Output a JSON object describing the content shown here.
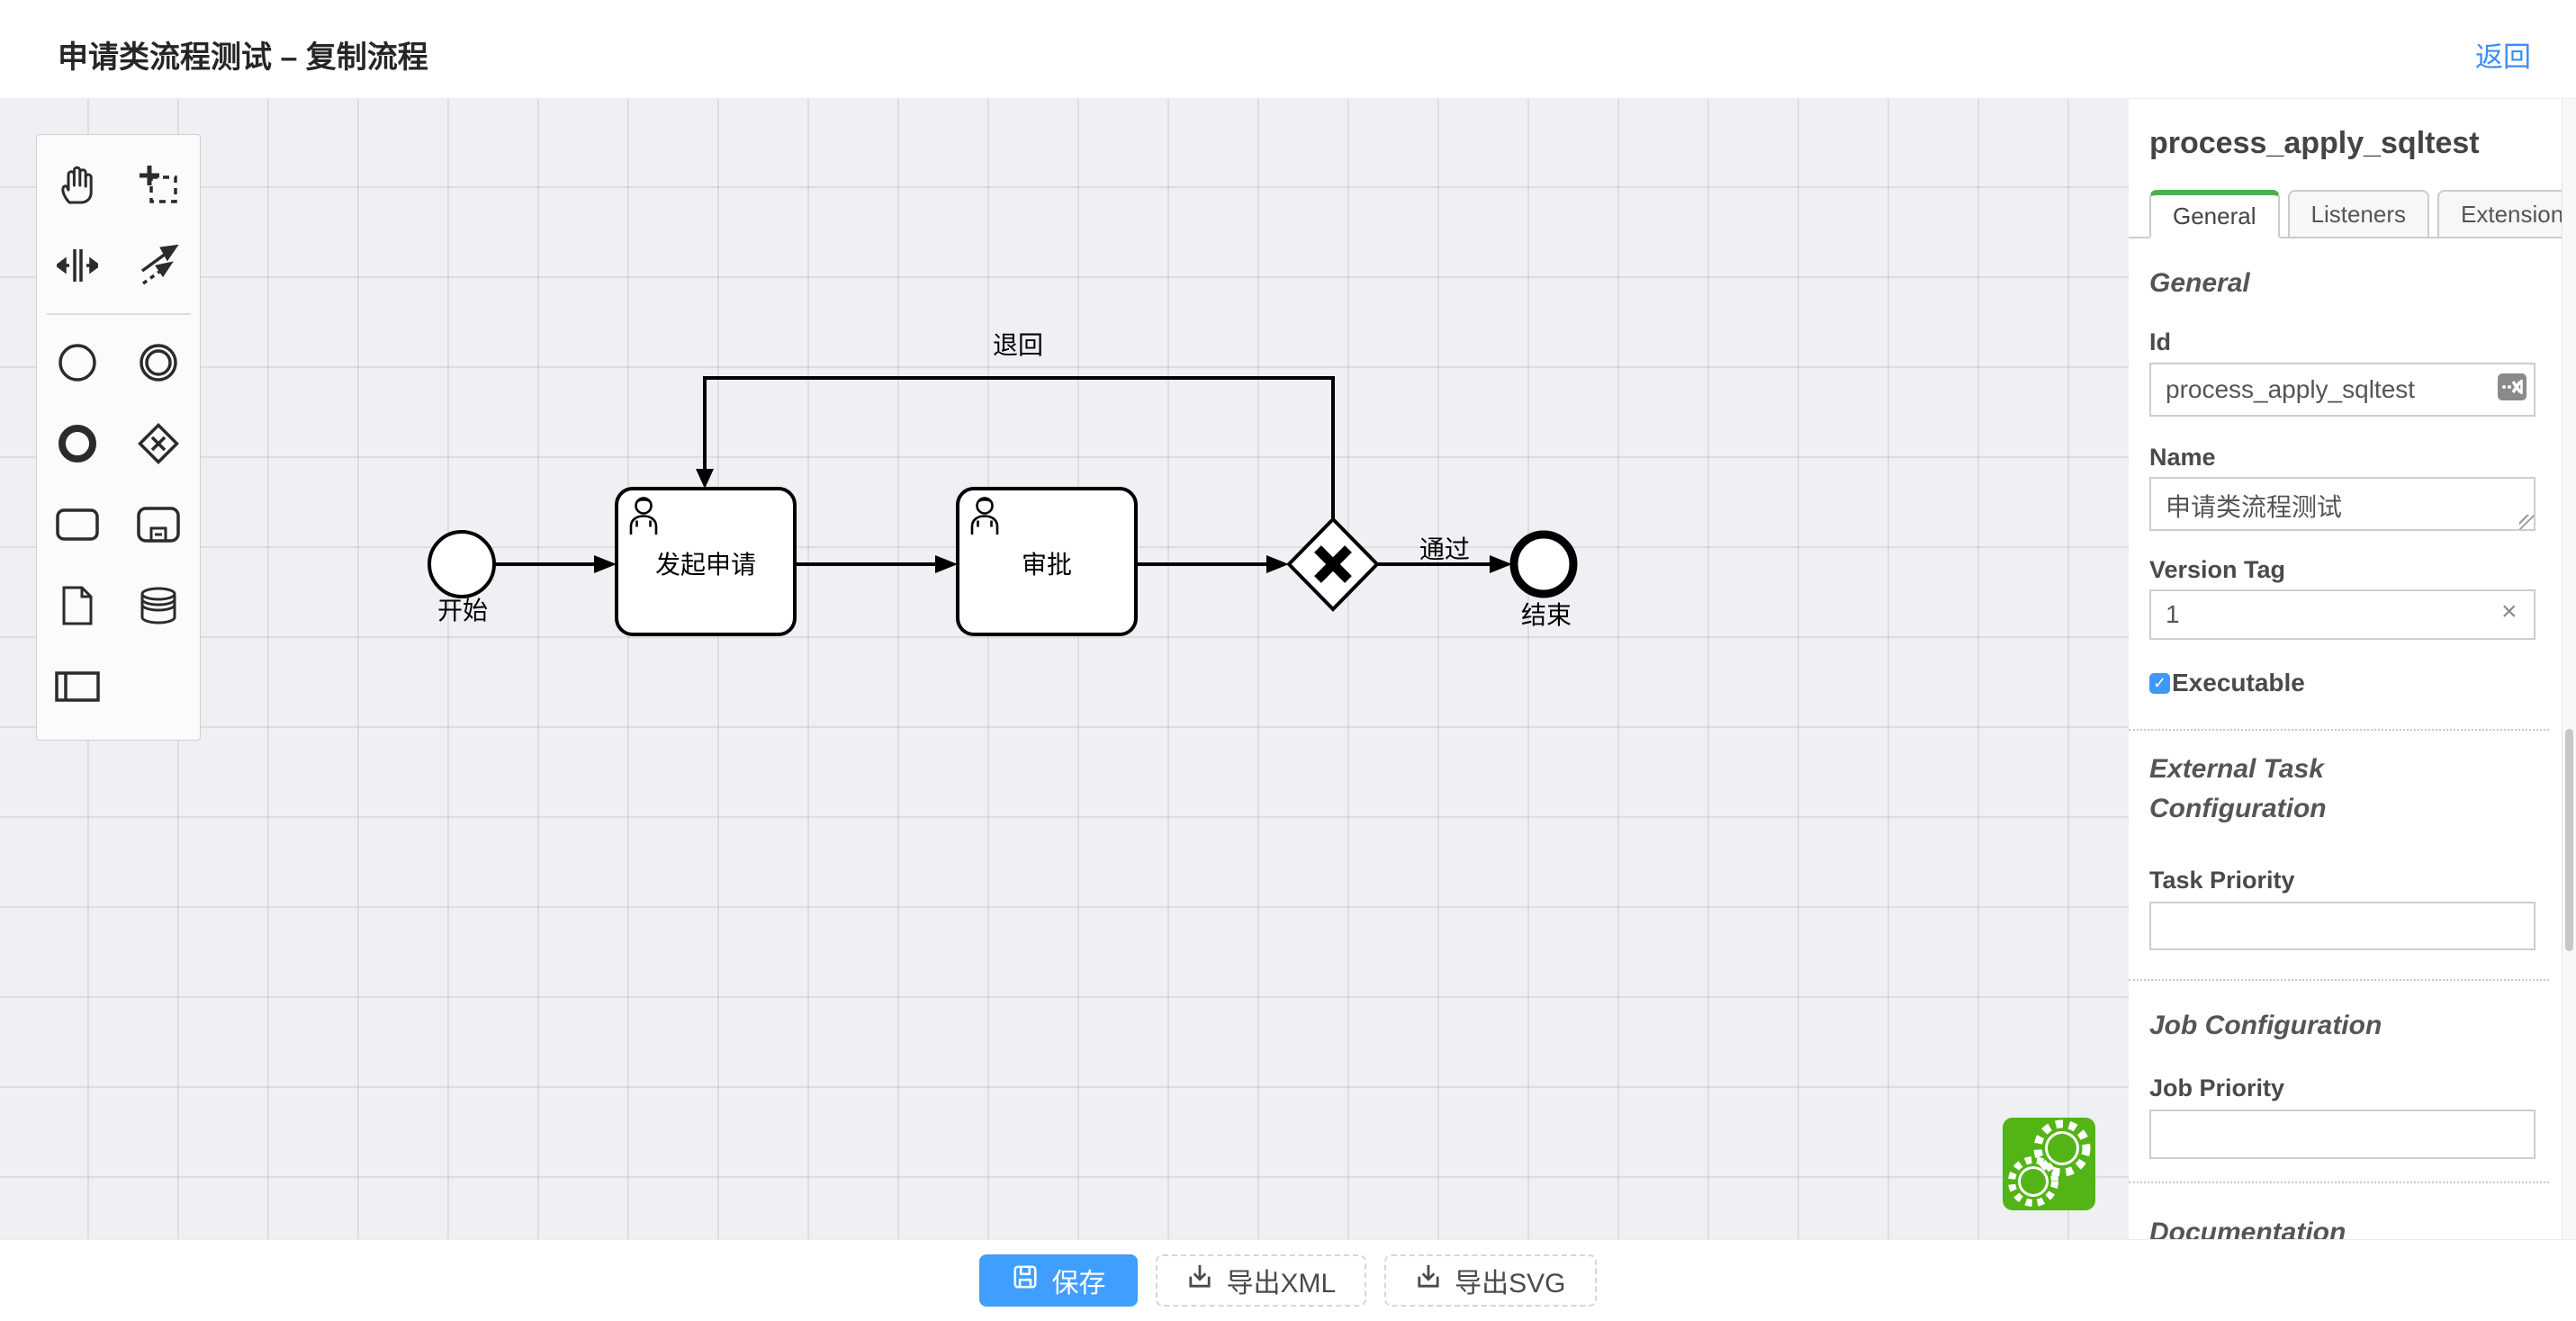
{
  "header": {
    "title": "申请类流程测试 – 复制流程",
    "back": "返回"
  },
  "palette": {
    "tools": [
      "hand-tool",
      "lasso-tool",
      "space-tool",
      "global-connect-tool",
      "create-start-event",
      "create-intermediate-event",
      "create-end-event",
      "create-exclusive-gateway",
      "create-task",
      "create-subprocess",
      "create-data-object",
      "create-data-store",
      "create-participant"
    ]
  },
  "diagram": {
    "labels": {
      "start": "开始",
      "task_apply": "发起申请",
      "task_approve": "审批",
      "reject": "退回",
      "pass": "通过",
      "end": "结束"
    }
  },
  "panel": {
    "title": "process_apply_sqltest",
    "tabs": [
      {
        "label": "General"
      },
      {
        "label": "Listeners"
      },
      {
        "label": "Extensions"
      }
    ],
    "general": {
      "heading": "General",
      "id_label": "Id",
      "id_value": "process_apply_sqltest",
      "name_label": "Name",
      "name_value": "申请类流程测试",
      "version_label": "Version Tag",
      "version_value": "1",
      "executable_label": "Executable",
      "checkmark": "✓",
      "clear_x": "×"
    },
    "external_task": {
      "heading": "External Task Configuration",
      "task_priority_label": "Task Priority",
      "task_priority_value": ""
    },
    "job": {
      "heading": "Job Configuration",
      "job_priority_label": "Job Priority",
      "job_priority_value": ""
    },
    "documentation": {
      "heading": "Documentation"
    }
  },
  "footer": {
    "save": "保存",
    "export_xml": "导出XML",
    "export_svg": "导出SVG"
  },
  "colors": {
    "primary_blue": "#409eff",
    "tab_active_green": "#4db04d",
    "logo_green": "#52b415",
    "back_link_blue": "#3d8df5"
  }
}
